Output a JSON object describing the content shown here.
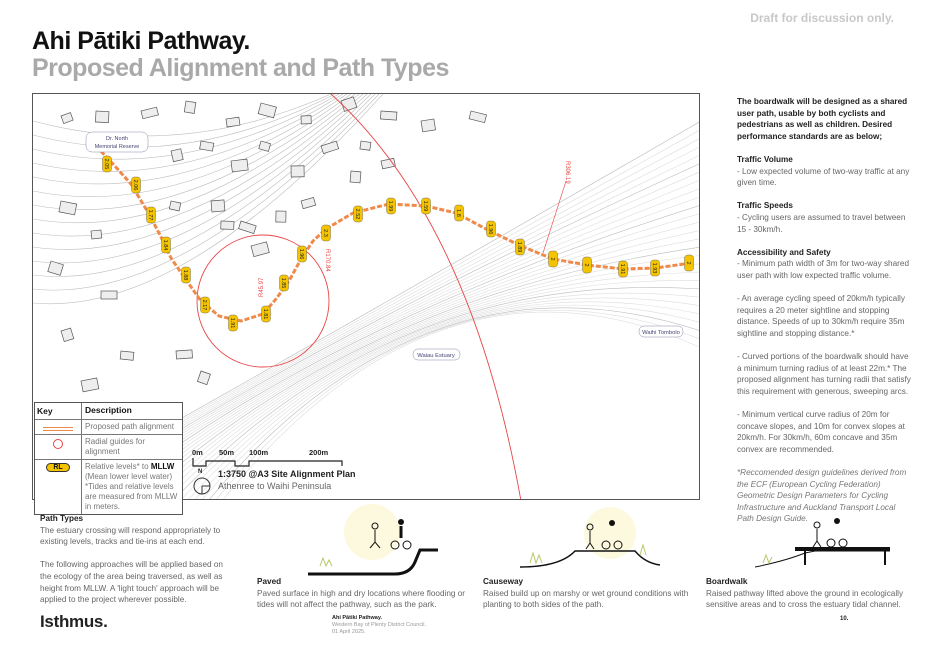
{
  "header": {
    "draft_note": "Draft for discussion only.",
    "title": "Ahi Pātiki Pathway.",
    "subtitle": "Proposed Alignment and Path Types"
  },
  "map": {
    "place_labels": [
      "Dr. North Memorial Reserve",
      "Waiau Estuary",
      "Waihi Tombolo"
    ],
    "radius_labels": [
      "R45.97",
      "R170.84",
      "R306.19"
    ],
    "levels": [
      "2.05",
      "2.06",
      "1.77",
      "1.84",
      "1.88",
      "2.17",
      "1.91",
      "1.81",
      "1.85",
      "1.96",
      "2.3",
      "2.52",
      "1.99",
      "1.59",
      "1.8",
      "1.96",
      "1.89",
      "2",
      "2",
      "1.91",
      "1.93",
      "2"
    ],
    "colors": {
      "path": "#f08a4b",
      "radial": "#e03a3a",
      "level_badge": "#f5c400"
    },
    "key": {
      "col_key": "Key",
      "col_desc": "Description",
      "rows": [
        {
          "desc": "Proposed path alignment"
        },
        {
          "desc": "Radial guides for alignment"
        },
        {
          "badge": "RL",
          "desc_1": "Relative levels* to ",
          "desc_bold": "MLLW",
          "desc_2": "(Mean lower level water) *Tides and relative levels are measured from MLLW in meters."
        }
      ]
    },
    "scale": {
      "ticks": [
        "0m",
        "50m",
        "100m",
        "200m"
      ],
      "north": "N"
    },
    "plan_title": "1:3750 @A3 Site Alignment Plan",
    "plan_subtitle": "Athenree to Waihi Peninsula"
  },
  "right": {
    "intro": "The boardwalk will be designed as a shared user path, usable by both cyclists and pedestrians as well as children. Desired performance standards are as below;",
    "sections": [
      {
        "heading": "Traffic Volume",
        "body": "- Low expected volume of two-way traffic at any given time."
      },
      {
        "heading": "Traffic Speeds",
        "body": "- Cycling users are assumed to travel between 15 - 30km/h."
      },
      {
        "heading": "Accessibility and Safety",
        "body": "- Minimum path width of 3m for two-way shared user path with low expected traffic volume."
      }
    ],
    "paras": [
      "- An average cycling speed of 20km/h typically requires a 20 meter sightline and stopping distance. Speeds of up to 30km/h require 35m sightline and stopping distance.*",
      "- Curved portions of the boardwalk should have a minimum turning radius of at least 22m.* The proposed alignment has turning radii that satisfy this requirement with generous, sweeping arcs.",
      "- Minimum vertical curve radius of 20m for concave slopes, and 10m for convex slopes at 20km/h. For 30km/h, 60m concave and 35m convex are recommended."
    ],
    "footnote": "*Reccomended design guidelines derived from the ECF (European Cycling Federation) Geometric Design Parameters for Cycling Infrastructure and Auckland Transport Local Path Design Guide."
  },
  "path_types": {
    "heading": "Path Types",
    "p1": "The estuary crossing will respond appropriately to existing levels, tracks and tie-ins at each end.",
    "p2": "The following approaches will be applied based on the ecology of the area being traversed, as well as height from MLLW. A 'light touch' approach will be applied to the project wherever possible.",
    "types": [
      {
        "name": "Paved",
        "desc": "Paved surface in high and dry locations where flooding or tides will not affect the pathway, such as the park."
      },
      {
        "name": "Causeway",
        "desc": "Raised build up on marshy or wet ground conditions with planting to both sides of the path."
      },
      {
        "name": "Boardwalk",
        "desc": "Raised pathway lifted above the ground in ecologically sensitive areas and to cross the estuary tidal channel."
      }
    ]
  },
  "footer": {
    "logo": "Isthmus.",
    "project": "Ahi Pātiki Pathway.",
    "client": "Western Bay of Plenty District Council.",
    "date": "01 April 2025.",
    "page": "10."
  }
}
